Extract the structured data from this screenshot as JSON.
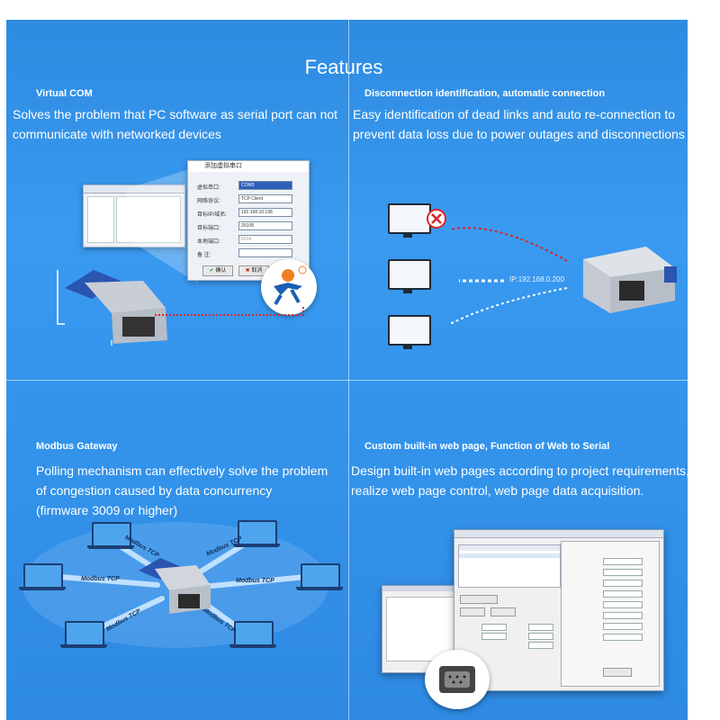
{
  "page": {
    "title": "Features"
  },
  "sections": {
    "virtual_com": {
      "heading": "Virtual COM",
      "line1": "Solves the problem that PC software as serial port can not",
      "line2": "communicate with networked devices"
    },
    "disconnect": {
      "heading": "Disconnection identification, automatic connection",
      "line1": "Easy identification of dead links and auto re-connection to",
      "line2": "prevent data loss due to power outages and disconnections"
    },
    "modbus": {
      "heading": "Modbus Gateway",
      "line1": "Polling mechanism can effectively solve the problem",
      "line2": "of congestion caused by data concurrency",
      "line3": "(firmware 3009 or higher)"
    },
    "webpage": {
      "heading": "Custom built-in web page, Function of Web to Serial",
      "line1": "Design built-in web pages according to project requirements,",
      "line2": "realize web page control, web page data acquisition."
    }
  },
  "dialog": {
    "title": "添加虚拟串口",
    "fields": [
      {
        "label": "虚拟串口:",
        "value": "COM3"
      },
      {
        "label": "网络协议:",
        "value": "TCP Client"
      },
      {
        "label": "目标IP/域名:",
        "value": "192.168.10.198"
      },
      {
        "label": "目标端口:",
        "value": "20108"
      },
      {
        "label": "本地端口:",
        "value": "0234"
      },
      {
        "label": "备  注:",
        "value": ""
      }
    ],
    "ok": "确认",
    "cancel": "取消"
  },
  "network": {
    "ip_label": "IP:192.168.0.200"
  },
  "modbus_links": [
    "Modbus TCP",
    "Modbus TCP",
    "Modbus TCP",
    "Modbus TCP",
    "Modbus TCP",
    "Modbus TCP"
  ],
  "colors": {
    "background": "#3494ec",
    "text": "#ffffff",
    "error": "#d9262a",
    "link_red": "#d9262a"
  }
}
